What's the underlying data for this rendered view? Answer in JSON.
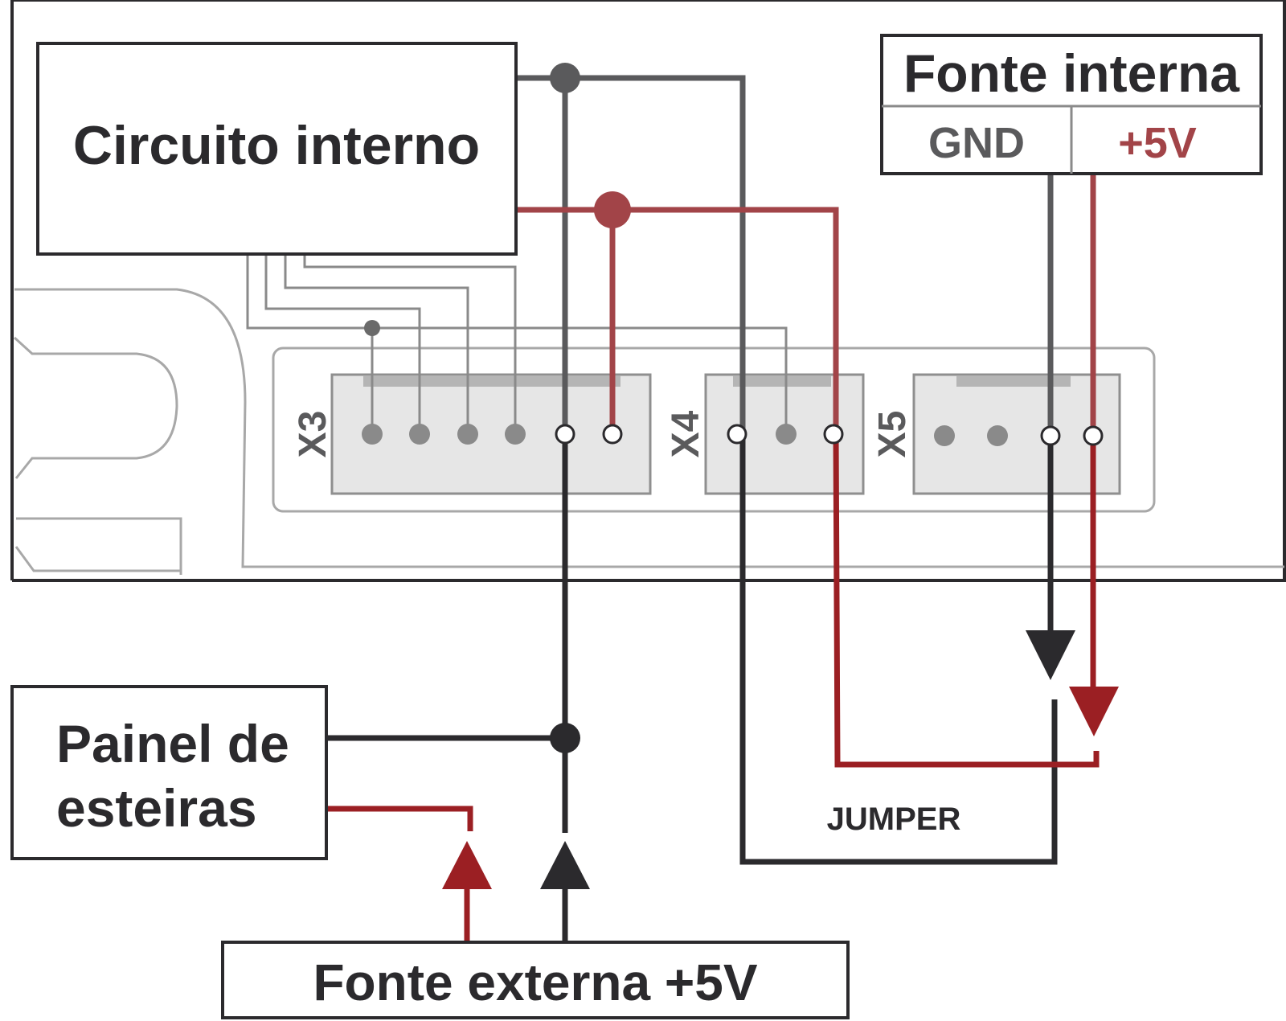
{
  "labels": {
    "circuito": "Circuito interno",
    "fonte_interna": "Fonte interna",
    "gnd": "GND",
    "plus5v": "+5V",
    "painel_line1": "Painel de",
    "painel_line2": "esteiras",
    "fonte_externa": "Fonte externa +5V",
    "jumper": "JUMPER",
    "x3": "X3",
    "x4": "X4",
    "x5": "X5"
  },
  "colors": {
    "red": "#9b1f23",
    "red_inner": "#a24448",
    "gnd_gray": "#5a5a5c",
    "dark": "#2b2a2d",
    "light_gray": "#9a9a9a",
    "connector_fill": "#e6e6e6"
  }
}
